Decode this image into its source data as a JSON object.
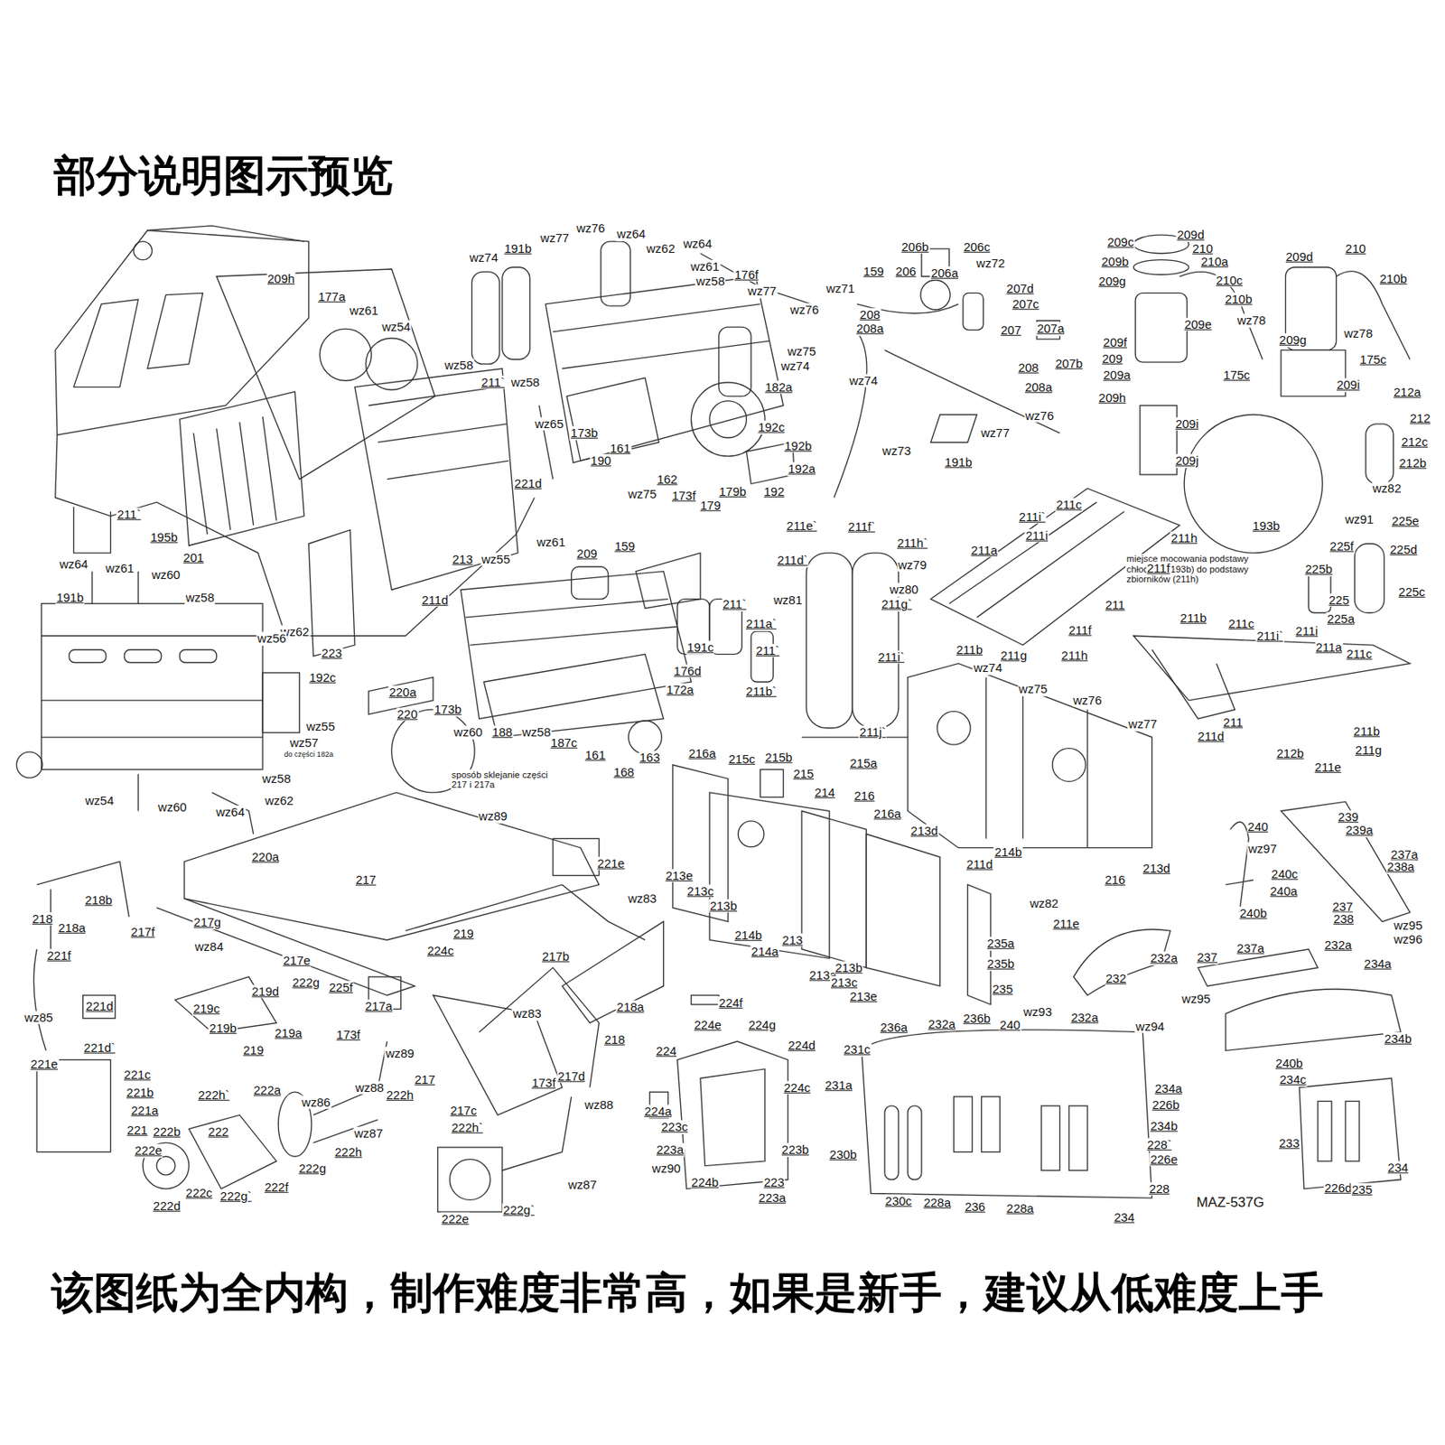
{
  "diagram": {
    "title": "部分说明图示预览",
    "caption": "该图纸为全内构，制作难度非常高，如果是新手，建议从低难度上手",
    "labels": [
      "209h",
      "177a",
      "wz61",
      "wz54",
      "wz58",
      "211`",
      "195b",
      "201",
      "213",
      "211d",
      "wz62",
      "223",
      "wz65",
      "221d",
      "wz76",
      "wz64",
      "wz77",
      "wz74",
      "191b",
      "wz62",
      "wz64",
      "wz61",
      "wz58",
      "176f",
      "wz77",
      "wz76",
      "wz75",
      "wz74",
      "182a",
      "211`",
      "wz58",
      "173b",
      "190",
      "161",
      "162",
      "wz75",
      "173f",
      "179",
      "179b",
      "192c",
      "192b",
      "192a",
      "192",
      "206b",
      "206c",
      "206a",
      "wz72",
      "159",
      "206",
      "wz71",
      "207d",
      "207c",
      "208",
      "208a",
      "207",
      "207a",
      "207b",
      "208",
      "208a",
      "wz74",
      "wz76",
      "wz77",
      "wz73",
      "191b",
      "209c",
      "209d",
      "210",
      "209b",
      "210a",
      "209g",
      "210c",
      "210b",
      "wz78",
      "209e",
      "209f",
      "209",
      "209a",
      "175c",
      "209h",
      "209i",
      "209j",
      "209d",
      "210",
      "210b",
      "wz78",
      "209g",
      "175c",
      "209i",
      "212a",
      "212",
      "212c",
      "212b",
      "wz82",
      "193b",
      "miejsce mocowania podstawy chłodnicy (193b) do podstawy zbiorników (211h)",
      "wz91",
      "225e",
      "225d",
      "225f",
      "225b",
      "225",
      "225c",
      "225a",
      "211c",
      "211i`",
      "211i",
      "211h",
      "211a",
      "211f",
      "211",
      "211f",
      "211b",
      "211g",
      "211h",
      "211b",
      "211c",
      "211i`",
      "211i",
      "211a",
      "211c",
      "211",
      "211d",
      "211b",
      "212b",
      "211e",
      "211g",
      "211e`",
      "211f`",
      "211h`",
      "211d`",
      "wz79",
      "wz81",
      "wz80",
      "211g`",
      "211a`",
      "211`",
      "211b`",
      "211i`",
      "211j`",
      "wz74",
      "wz75",
      "wz76",
      "wz77",
      "213d",
      "214b",
      "211d",
      "216",
      "213d",
      "wz82",
      "211e",
      "wz61",
      "209",
      "159",
      "wz55",
      "211`",
      "191c",
      "176d",
      "172a",
      "173b",
      "wz60",
      "188",
      "wz58",
      "187c",
      "161",
      "163",
      "168",
      "wz64",
      "wz61",
      "wz60",
      "191b",
      "wz58",
      "wz56",
      "192c",
      "wz55",
      "wz57",
      "do części 182a",
      "wz58",
      "wz54",
      "wz62",
      "wz60",
      "wz64",
      "220a",
      "220",
      "sposób sklejanie części 217 i 217a",
      "wz89",
      "221e",
      "220a",
      "217",
      "218",
      "218b",
      "218a",
      "217f",
      "217g",
      "wz84",
      "219",
      "wz83",
      "221f",
      "217e",
      "217b",
      "224c",
      "222g",
      "225f",
      "217a",
      "218a",
      "219d",
      "219c",
      "219b",
      "219a",
      "219",
      "wz85",
      "221d",
      "221d`",
      "221e",
      "221c",
      "221b",
      "221a",
      "221",
      "wz83",
      "218",
      "217",
      "217d",
      "217c",
      "173f",
      "wz89",
      "wz88",
      "222h",
      "wz86",
      "wz87",
      "222h",
      "222h`",
      "222a",
      "222b",
      "222",
      "222g",
      "222e",
      "222f",
      "222d",
      "222c",
      "222g`",
      "173f",
      "wz88",
      "222h`",
      "wz87",
      "222e",
      "222g`",
      "216a",
      "215c",
      "215b",
      "215a",
      "215",
      "214",
      "216",
      "216a",
      "213e",
      "213c",
      "213b",
      "214b",
      "214a",
      "213",
      "213a",
      "213b",
      "213c",
      "213e",
      "224f",
      "224e",
      "224g",
      "224",
      "224d",
      "224c",
      "224a",
      "223c",
      "223a",
      "223b",
      "wz90",
      "224b",
      "223",
      "223a",
      "235a",
      "235b",
      "235",
      "232a",
      "232",
      "236a",
      "232a",
      "236b",
      "240",
      "wz93",
      "232a",
      "wz94",
      "231c",
      "231a",
      "234a",
      "226b",
      "234b",
      "228`",
      "226e",
      "230b",
      "228",
      "230c",
      "228a",
      "236",
      "228a",
      "234",
      "MAZ-537G",
      "240",
      "wz97",
      "240c",
      "240a",
      "240b",
      "239",
      "239a",
      "237a",
      "238a",
      "237",
      "238",
      "wz95",
      "wz96",
      "237",
      "237a",
      "232a",
      "wz95",
      "234a",
      "234b",
      "240b",
      "234c",
      "233",
      "234",
      "226d",
      "235"
    ]
  }
}
